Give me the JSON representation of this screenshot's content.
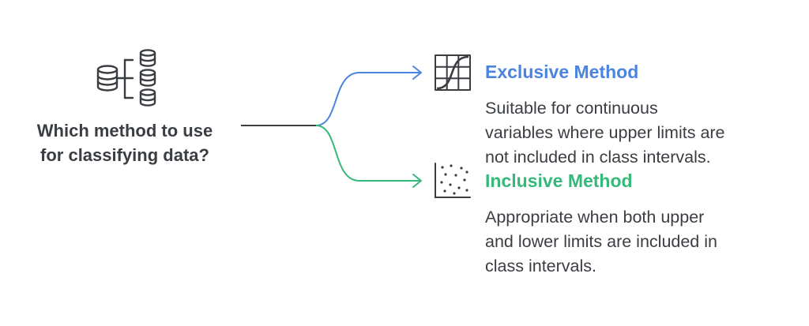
{
  "question": {
    "lines": [
      "Which method to use",
      "for classifying data?"
    ],
    "icon": "database-hierarchy-icon"
  },
  "options": [
    {
      "title": "Exclusive Method",
      "color": "#4a84e0",
      "icon": "grid-curve-chart-icon",
      "description_lines": [
        "Suitable for continuous",
        "variables where upper limits are",
        "not included in class intervals."
      ]
    },
    {
      "title": "Inclusive Method",
      "color": "#36b87a",
      "icon": "scatter-plot-icon",
      "description_lines": [
        "Appropriate when both upper",
        "and lower limits are included in",
        "class intervals."
      ]
    }
  ],
  "colors": {
    "text": "#3a3d42",
    "connector": "#3a3d42",
    "exclusive_branch": "#4a84e0",
    "inclusive_branch": "#36b87a"
  }
}
